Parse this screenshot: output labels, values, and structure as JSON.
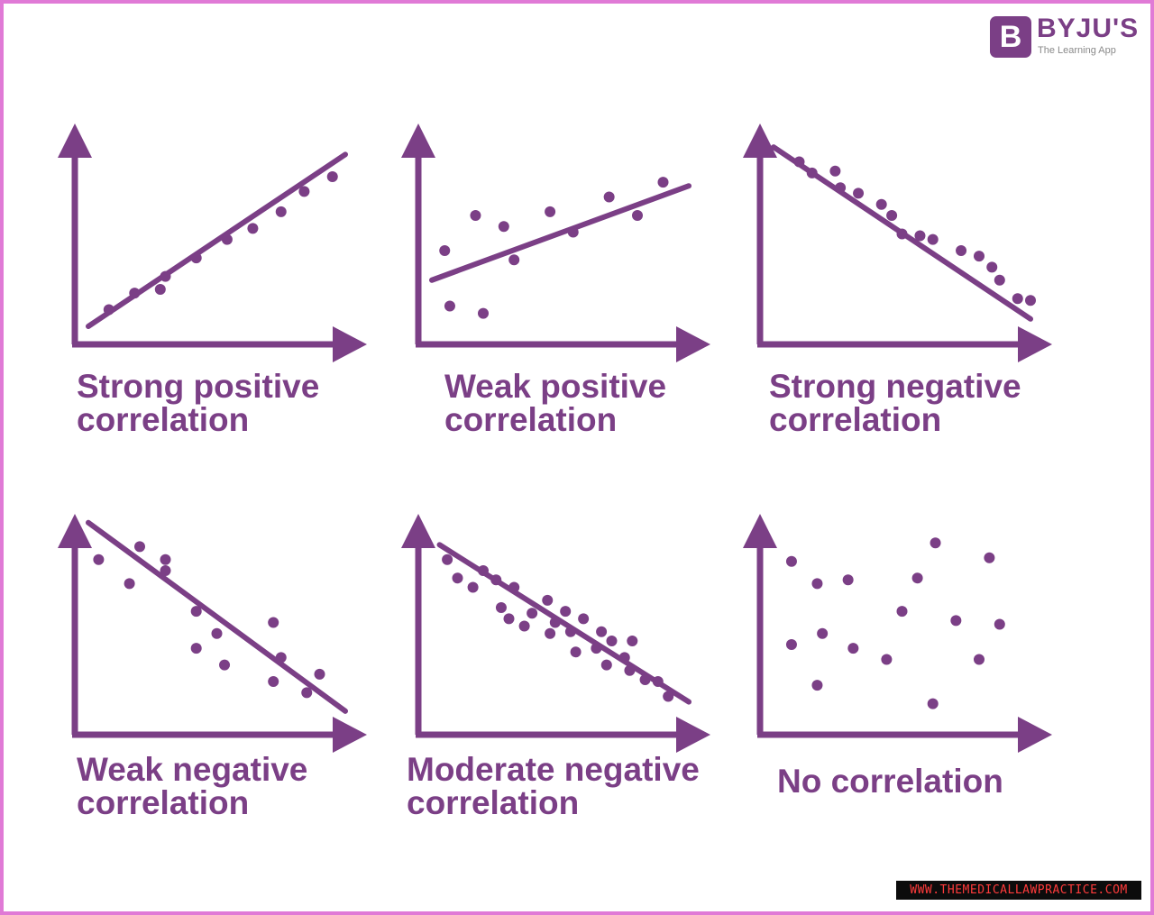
{
  "logo": {
    "mark_letter": "B",
    "name": "BYJU'S",
    "tagline": "The Learning App"
  },
  "watermark": "WWW.THEMEDICALLAWPRACTICE.COM",
  "colors": {
    "accent": "#7b3f86",
    "frame": "#e07ad6"
  },
  "panels": [
    {
      "caption": [
        "Strong positive",
        "correlation"
      ],
      "trend": [
        [
          0.0,
          0.0
        ],
        [
          1.0,
          0.93
        ]
      ],
      "points": [
        [
          0.08,
          0.09
        ],
        [
          0.18,
          0.18
        ],
        [
          0.28,
          0.2
        ],
        [
          0.3,
          0.27
        ],
        [
          0.42,
          0.37
        ],
        [
          0.54,
          0.47
        ],
        [
          0.64,
          0.53
        ],
        [
          0.75,
          0.62
        ],
        [
          0.84,
          0.73
        ],
        [
          0.95,
          0.81
        ]
      ]
    },
    {
      "caption": [
        "Weak positive",
        "correlation"
      ],
      "trend": [
        [
          0.0,
          0.25
        ],
        [
          1.0,
          0.76
        ]
      ],
      "points": [
        [
          0.05,
          0.41
        ],
        [
          0.07,
          0.11
        ],
        [
          0.17,
          0.6
        ],
        [
          0.2,
          0.07
        ],
        [
          0.28,
          0.54
        ],
        [
          0.32,
          0.36
        ],
        [
          0.46,
          0.62
        ],
        [
          0.55,
          0.51
        ],
        [
          0.69,
          0.7
        ],
        [
          0.8,
          0.6
        ],
        [
          0.9,
          0.78
        ]
      ]
    },
    {
      "caption": [
        "Strong negative",
        "correlation"
      ],
      "trend": [
        [
          0.0,
          0.97
        ],
        [
          1.0,
          0.04
        ]
      ],
      "points": [
        [
          0.1,
          0.89
        ],
        [
          0.15,
          0.83
        ],
        [
          0.24,
          0.84
        ],
        [
          0.26,
          0.75
        ],
        [
          0.33,
          0.72
        ],
        [
          0.42,
          0.66
        ],
        [
          0.46,
          0.6
        ],
        [
          0.5,
          0.5
        ],
        [
          0.57,
          0.49
        ],
        [
          0.62,
          0.47
        ],
        [
          0.73,
          0.41
        ],
        [
          0.8,
          0.38
        ],
        [
          0.85,
          0.32
        ],
        [
          0.88,
          0.25
        ],
        [
          0.95,
          0.15
        ],
        [
          1.0,
          0.14
        ]
      ]
    },
    {
      "caption": [
        "Weak negative",
        "correlation"
      ],
      "trend": [
        [
          0.0,
          1.05
        ],
        [
          1.0,
          0.03
        ]
      ],
      "points": [
        [
          0.04,
          0.85
        ],
        [
          0.16,
          0.72
        ],
        [
          0.2,
          0.92
        ],
        [
          0.3,
          0.85
        ],
        [
          0.3,
          0.79
        ],
        [
          0.42,
          0.57
        ],
        [
          0.42,
          0.37
        ],
        [
          0.5,
          0.45
        ],
        [
          0.53,
          0.28
        ],
        [
          0.72,
          0.51
        ],
        [
          0.72,
          0.19
        ],
        [
          0.75,
          0.32
        ],
        [
          0.85,
          0.13
        ],
        [
          0.9,
          0.23
        ]
      ]
    },
    {
      "caption": [
        "Moderate negative",
        "correlation"
      ],
      "trend": [
        [
          0.03,
          0.93
        ],
        [
          1.0,
          0.08
        ]
      ],
      "points": [
        [
          0.06,
          0.85
        ],
        [
          0.1,
          0.75
        ],
        [
          0.16,
          0.7
        ],
        [
          0.2,
          0.79
        ],
        [
          0.25,
          0.74
        ],
        [
          0.27,
          0.59
        ],
        [
          0.3,
          0.53
        ],
        [
          0.32,
          0.7
        ],
        [
          0.36,
          0.49
        ],
        [
          0.39,
          0.56
        ],
        [
          0.45,
          0.63
        ],
        [
          0.46,
          0.45
        ],
        [
          0.48,
          0.51
        ],
        [
          0.52,
          0.57
        ],
        [
          0.54,
          0.46
        ],
        [
          0.56,
          0.35
        ],
        [
          0.59,
          0.53
        ],
        [
          0.64,
          0.37
        ],
        [
          0.66,
          0.46
        ],
        [
          0.68,
          0.28
        ],
        [
          0.7,
          0.41
        ],
        [
          0.75,
          0.32
        ],
        [
          0.77,
          0.25
        ],
        [
          0.78,
          0.41
        ],
        [
          0.83,
          0.2
        ],
        [
          0.88,
          0.19
        ],
        [
          0.92,
          0.11
        ]
      ]
    },
    {
      "caption": [
        "No correlation"
      ],
      "trend": null,
      "points": [
        [
          0.07,
          0.84
        ],
        [
          0.07,
          0.39
        ],
        [
          0.17,
          0.17
        ],
        [
          0.17,
          0.72
        ],
        [
          0.19,
          0.45
        ],
        [
          0.29,
          0.74
        ],
        [
          0.31,
          0.37
        ],
        [
          0.44,
          0.31
        ],
        [
          0.5,
          0.57
        ],
        [
          0.56,
          0.75
        ],
        [
          0.62,
          0.07
        ],
        [
          0.63,
          0.94
        ],
        [
          0.71,
          0.52
        ],
        [
          0.8,
          0.31
        ],
        [
          0.84,
          0.86
        ],
        [
          0.88,
          0.5
        ]
      ]
    }
  ]
}
